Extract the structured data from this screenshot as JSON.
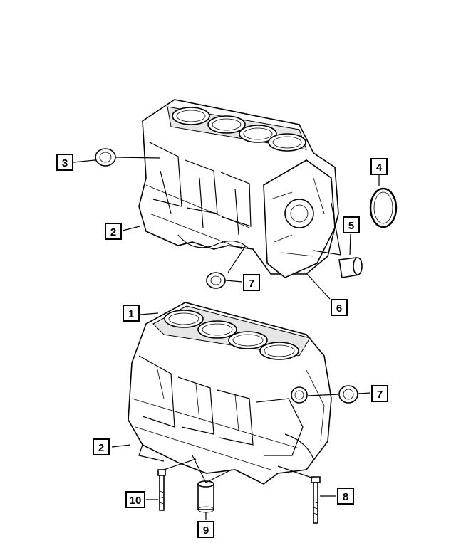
{
  "callouts": [
    {
      "id": "c3",
      "label": "3"
    },
    {
      "id": "c4",
      "label": "4"
    },
    {
      "id": "c2a",
      "label": "2"
    },
    {
      "id": "c5",
      "label": "5"
    },
    {
      "id": "c7a",
      "label": "7"
    },
    {
      "id": "c6",
      "label": "6"
    },
    {
      "id": "c1",
      "label": "1"
    },
    {
      "id": "c7b",
      "label": "7"
    },
    {
      "id": "c2b",
      "label": "2"
    },
    {
      "id": "c10",
      "label": "10"
    },
    {
      "id": "c8",
      "label": "8"
    },
    {
      "id": "c9",
      "label": "9"
    }
  ]
}
